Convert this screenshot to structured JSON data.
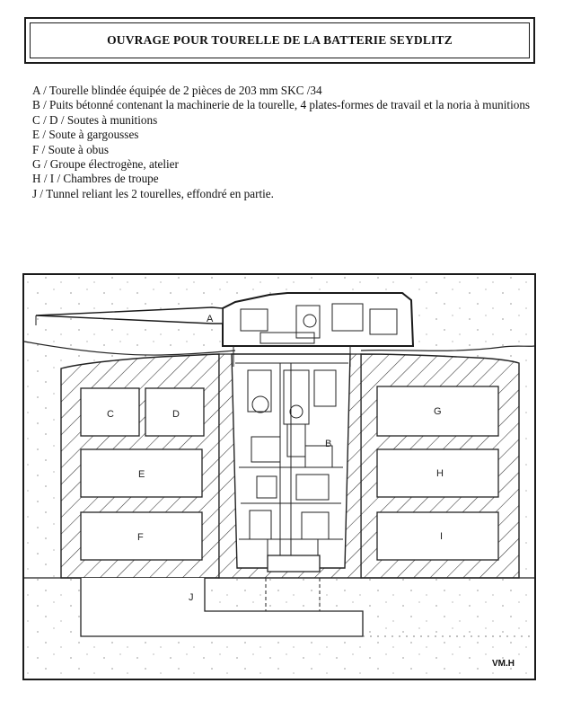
{
  "title": "OUVRAGE POUR TOURELLE DE LA BATTERIE SEYDLITZ",
  "legend": [
    "A / Tourelle blindée équipée de 2 pièces de 203 mm SKC /34",
    "B / Puits bétonné contenant la machinerie de la tourelle, 4 plates-formes de travail et  la noria à munitions",
    "C / D / Soutes à munitions",
    "E / Soute à gargousses",
    "F / Soute à obus",
    "G / Groupe électrogène, atelier",
    "H / I / Chambres de troupe",
    "J /  Tunnel reliant les 2 tourelles, effondré en partie."
  ],
  "labels": {
    "A": "A",
    "B": "B",
    "C": "C",
    "D": "D",
    "E": "E",
    "F": "F",
    "G": "G",
    "H": "H",
    "I": "I",
    "J": "J"
  },
  "signature": "VM.H"
}
